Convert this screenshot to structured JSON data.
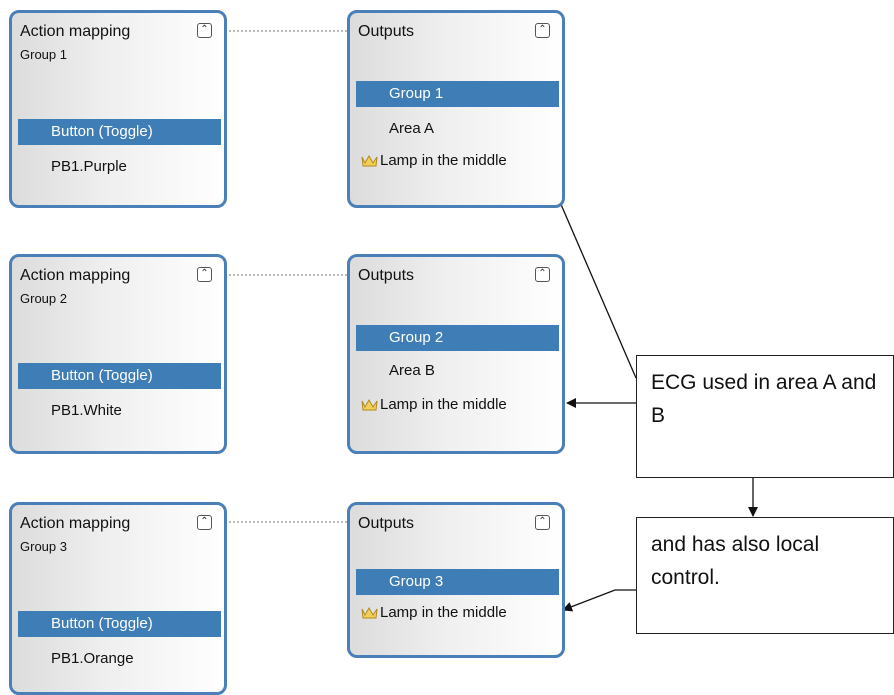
{
  "groups": [
    {
      "action": {
        "title": "Action mapping",
        "subtitle": "Group 1",
        "button": "Button (Toggle)",
        "input": "PB1.Purple"
      },
      "outputs": {
        "title": "Outputs",
        "group": "Group 1",
        "area": "Area A",
        "lamp": "Lamp in the middle"
      }
    },
    {
      "action": {
        "title": "Action mapping",
        "subtitle": "Group 2",
        "button": "Button (Toggle)",
        "input": "PB1.White"
      },
      "outputs": {
        "title": "Outputs",
        "group": "Group 2",
        "area": "Area B",
        "lamp": "Lamp in the middle"
      }
    },
    {
      "action": {
        "title": "Action mapping",
        "subtitle": "Group 3",
        "button": "Button (Toggle)",
        "input": "PB1.Orange"
      },
      "outputs": {
        "title": "Outputs",
        "group": "Group 3",
        "lamp": "Lamp in the middle"
      }
    }
  ],
  "annotations": {
    "note1": "ECG used in area A and B",
    "note2": "and has also local control."
  },
  "colors": {
    "accent": "#4a7fb8",
    "selected": "#3e7db5"
  },
  "icons": {
    "collapse": "double-chevron-up-icon",
    "lamp": "crown-icon"
  }
}
